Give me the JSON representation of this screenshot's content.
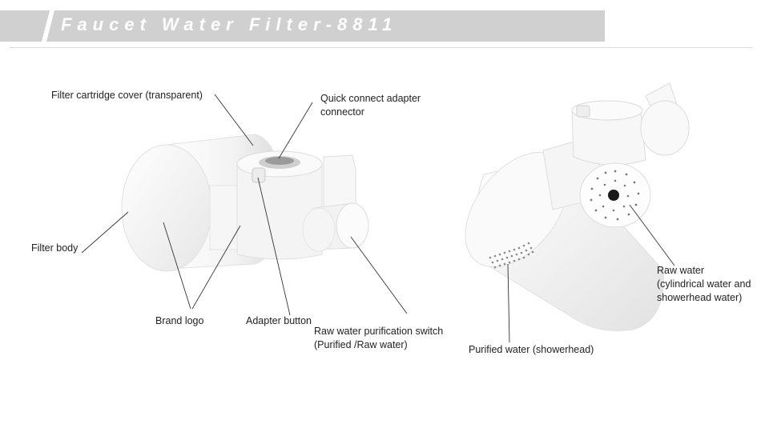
{
  "header": {
    "title": "Faucet Water Filter-8811"
  },
  "labels": {
    "filter_cover": "Filter cartridge cover (transparent)",
    "quick_connect_line1": "Quick connect adapter",
    "quick_connect_line2": "connector",
    "filter_body": "Filter body",
    "brand_logo": "Brand logo",
    "adapter_button": "Adapter button",
    "switch_line1": "Raw water purification switch",
    "switch_line2": "(Purified /Raw water)",
    "raw_water_line1": "Raw water",
    "raw_water_line2": "(cylindrical water and",
    "raw_water_line3": "showerhead water)",
    "purified_water": "Purified water (showerhead)"
  },
  "colors": {
    "banner": "#d0d0d0",
    "banner_text": "#ffffff",
    "product_white": "#f4f4f4",
    "product_shadow": "#dedede",
    "leader_line": "#333333"
  }
}
